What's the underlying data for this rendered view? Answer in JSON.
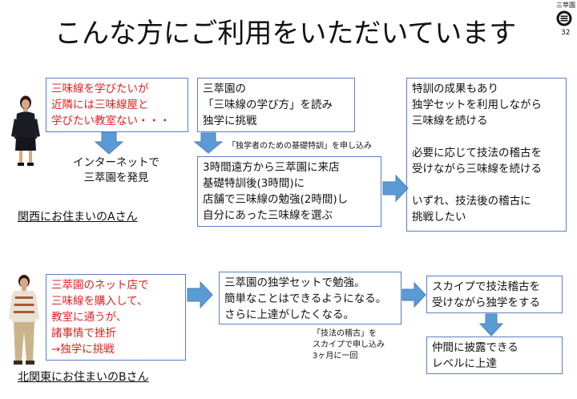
{
  "title": "こんな方にご利用をいただいています",
  "brand": "三萃園",
  "page_number": "32",
  "colors": {
    "box_border": "#5a7ec8",
    "arrow": "#5b9bd5",
    "highlight": "#e02020"
  },
  "case_a": {
    "person_label": "関西にお住まいのAさん",
    "problem": [
      "三味線を学びたいが",
      "近隣には三味線屋と",
      "学びたい教室ない・・・"
    ],
    "found": [
      "インターネットで",
      "三萃園を発見"
    ],
    "step1": [
      "三萃園の",
      "「三味線の学び方」を読み",
      "独学に挑戦"
    ],
    "apply_note": "「独学者のための基礎特訓」を申し込み",
    "step2": [
      "3時間遠方から三萃園に来店",
      "基礎特訓後(3時間)に",
      "店舗で三味線の勉強(2時間)し",
      "自分にあった三味線を選ぶ"
    ],
    "result": [
      "特訓の成果もあり",
      "独学セットを利用しながら",
      "三味線を続ける",
      "",
      "必要に応じて技法の稽古を",
      "受けながら三味線を続ける",
      "",
      "いずれ、技法後の稽古に",
      "挑戦したい"
    ]
  },
  "case_b": {
    "person_label": "北関東にお住まいのBさん",
    "problem": [
      "三萃園のネット店で",
      "三味線を購入して、",
      "教室に通うが、",
      "諸事情で挫折",
      "→独学に挑戦"
    ],
    "step1": [
      "三萃園の独学セットで勉強。",
      "簡単なことはできるようになる。",
      "さらに上達がしたくなる。"
    ],
    "note": [
      "「技法の稽古」を",
      "スカイプで申し込み",
      "3ヶ月に一回"
    ],
    "step2": [
      "スカイプで技法稽古を",
      "受けながら独学をする"
    ],
    "step3": [
      "仲間に披露できる",
      "レベルに上達"
    ]
  }
}
